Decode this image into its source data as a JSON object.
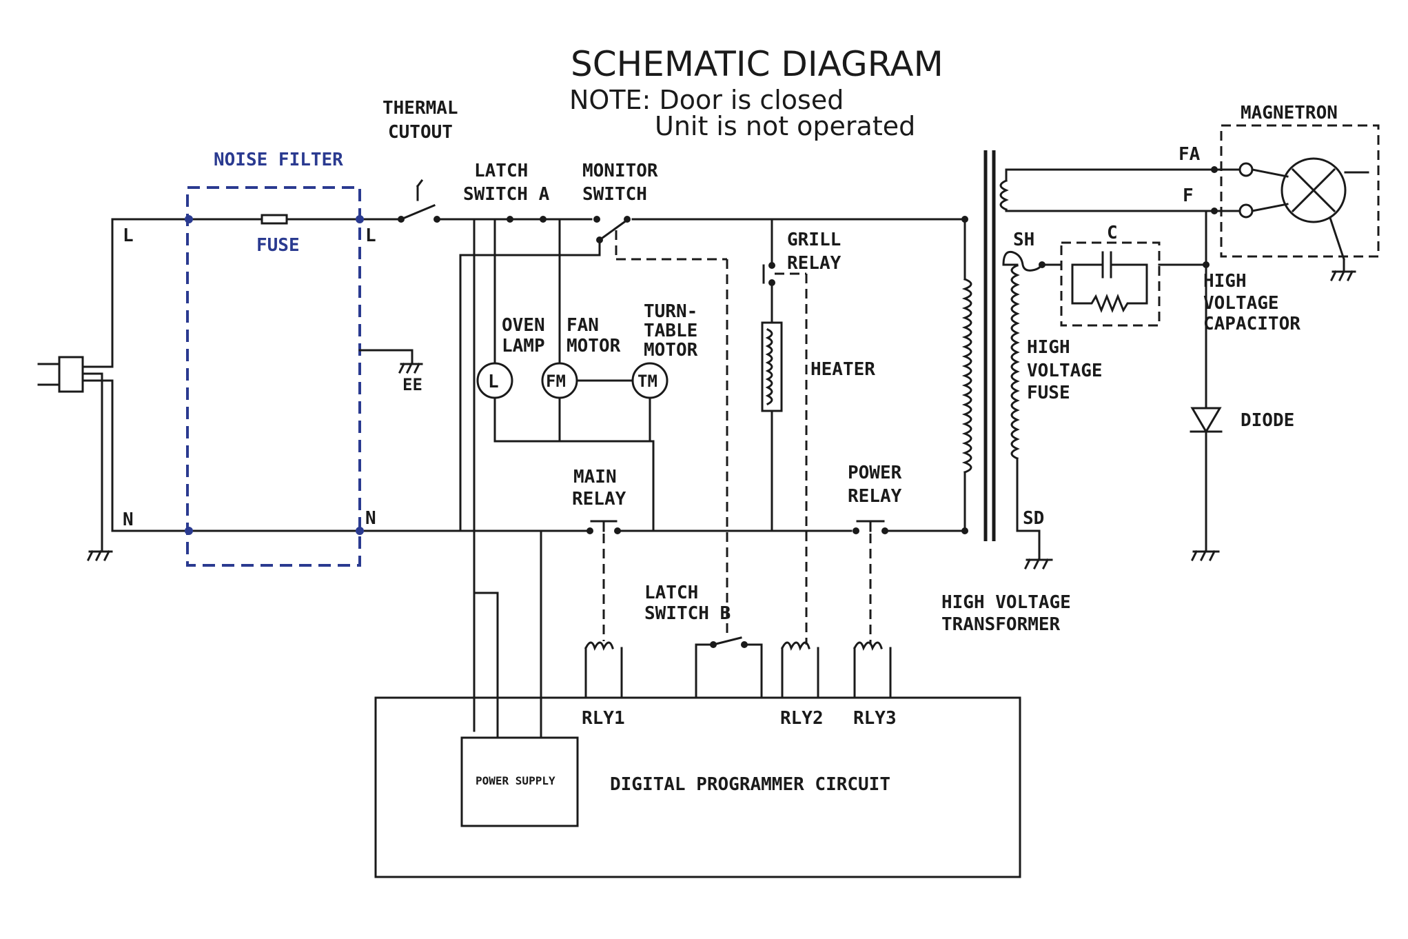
{
  "title": "SCHEMATIC  DIAGRAM",
  "note": {
    "line1": "NOTE: Door is closed",
    "line2": "Unit is not operated"
  },
  "labels": {
    "noise_filter": "NOISE FILTER",
    "fuse": "FUSE",
    "line_in": "L",
    "line_out": "L",
    "neutral_in": "N",
    "neutral_out": "N",
    "ground_ee": "EE",
    "thermal_cutout": [
      "THERMAL",
      "CUTOUT"
    ],
    "latch_switch_a": [
      "LATCH",
      "SWITCH A"
    ],
    "monitor_switch": [
      "MONITOR",
      "SWITCH"
    ],
    "oven_lamp": [
      "OVEN",
      "LAMP"
    ],
    "fan_motor": [
      "FAN",
      "MOTOR"
    ],
    "turntable_motor": [
      "TURN-",
      "TABLE",
      "MOTOR"
    ],
    "lamp_symbol": "L",
    "fm_symbol": "FM",
    "tm_symbol": "TM",
    "grill_relay": [
      "GRILL",
      "RELAY"
    ],
    "heater": "HEATER",
    "main_relay": [
      "MAIN",
      "RELAY"
    ],
    "power_relay": [
      "POWER",
      "RELAY"
    ],
    "latch_switch_b": [
      "LATCH",
      "SWITCH B"
    ],
    "rly1": "RLY1",
    "rly2": "RLY2",
    "rly3": "RLY3",
    "power_supply": "POWER SUPPLY",
    "digital_programmer_circuit": "DIGITAL PROGRAMMER CIRCUIT",
    "high_voltage_transformer": [
      "HIGH VOLTAGE",
      "TRANSFORMER"
    ],
    "sh": "SH",
    "sd": "SD",
    "c": "C",
    "high_voltage_fuse": [
      "HIGH",
      "VOLTAGE",
      "FUSE"
    ],
    "fa": "FA",
    "f": "F",
    "magnetron": "MAGNETRON",
    "high_voltage_capacitor": [
      "HIGH",
      "VOLTAGE",
      "CAPACITOR"
    ],
    "diode": "DIODE"
  },
  "colors": {
    "wire": "#1a1a1a",
    "noise_filter": "#2a3a90",
    "background": "#ffffff"
  }
}
